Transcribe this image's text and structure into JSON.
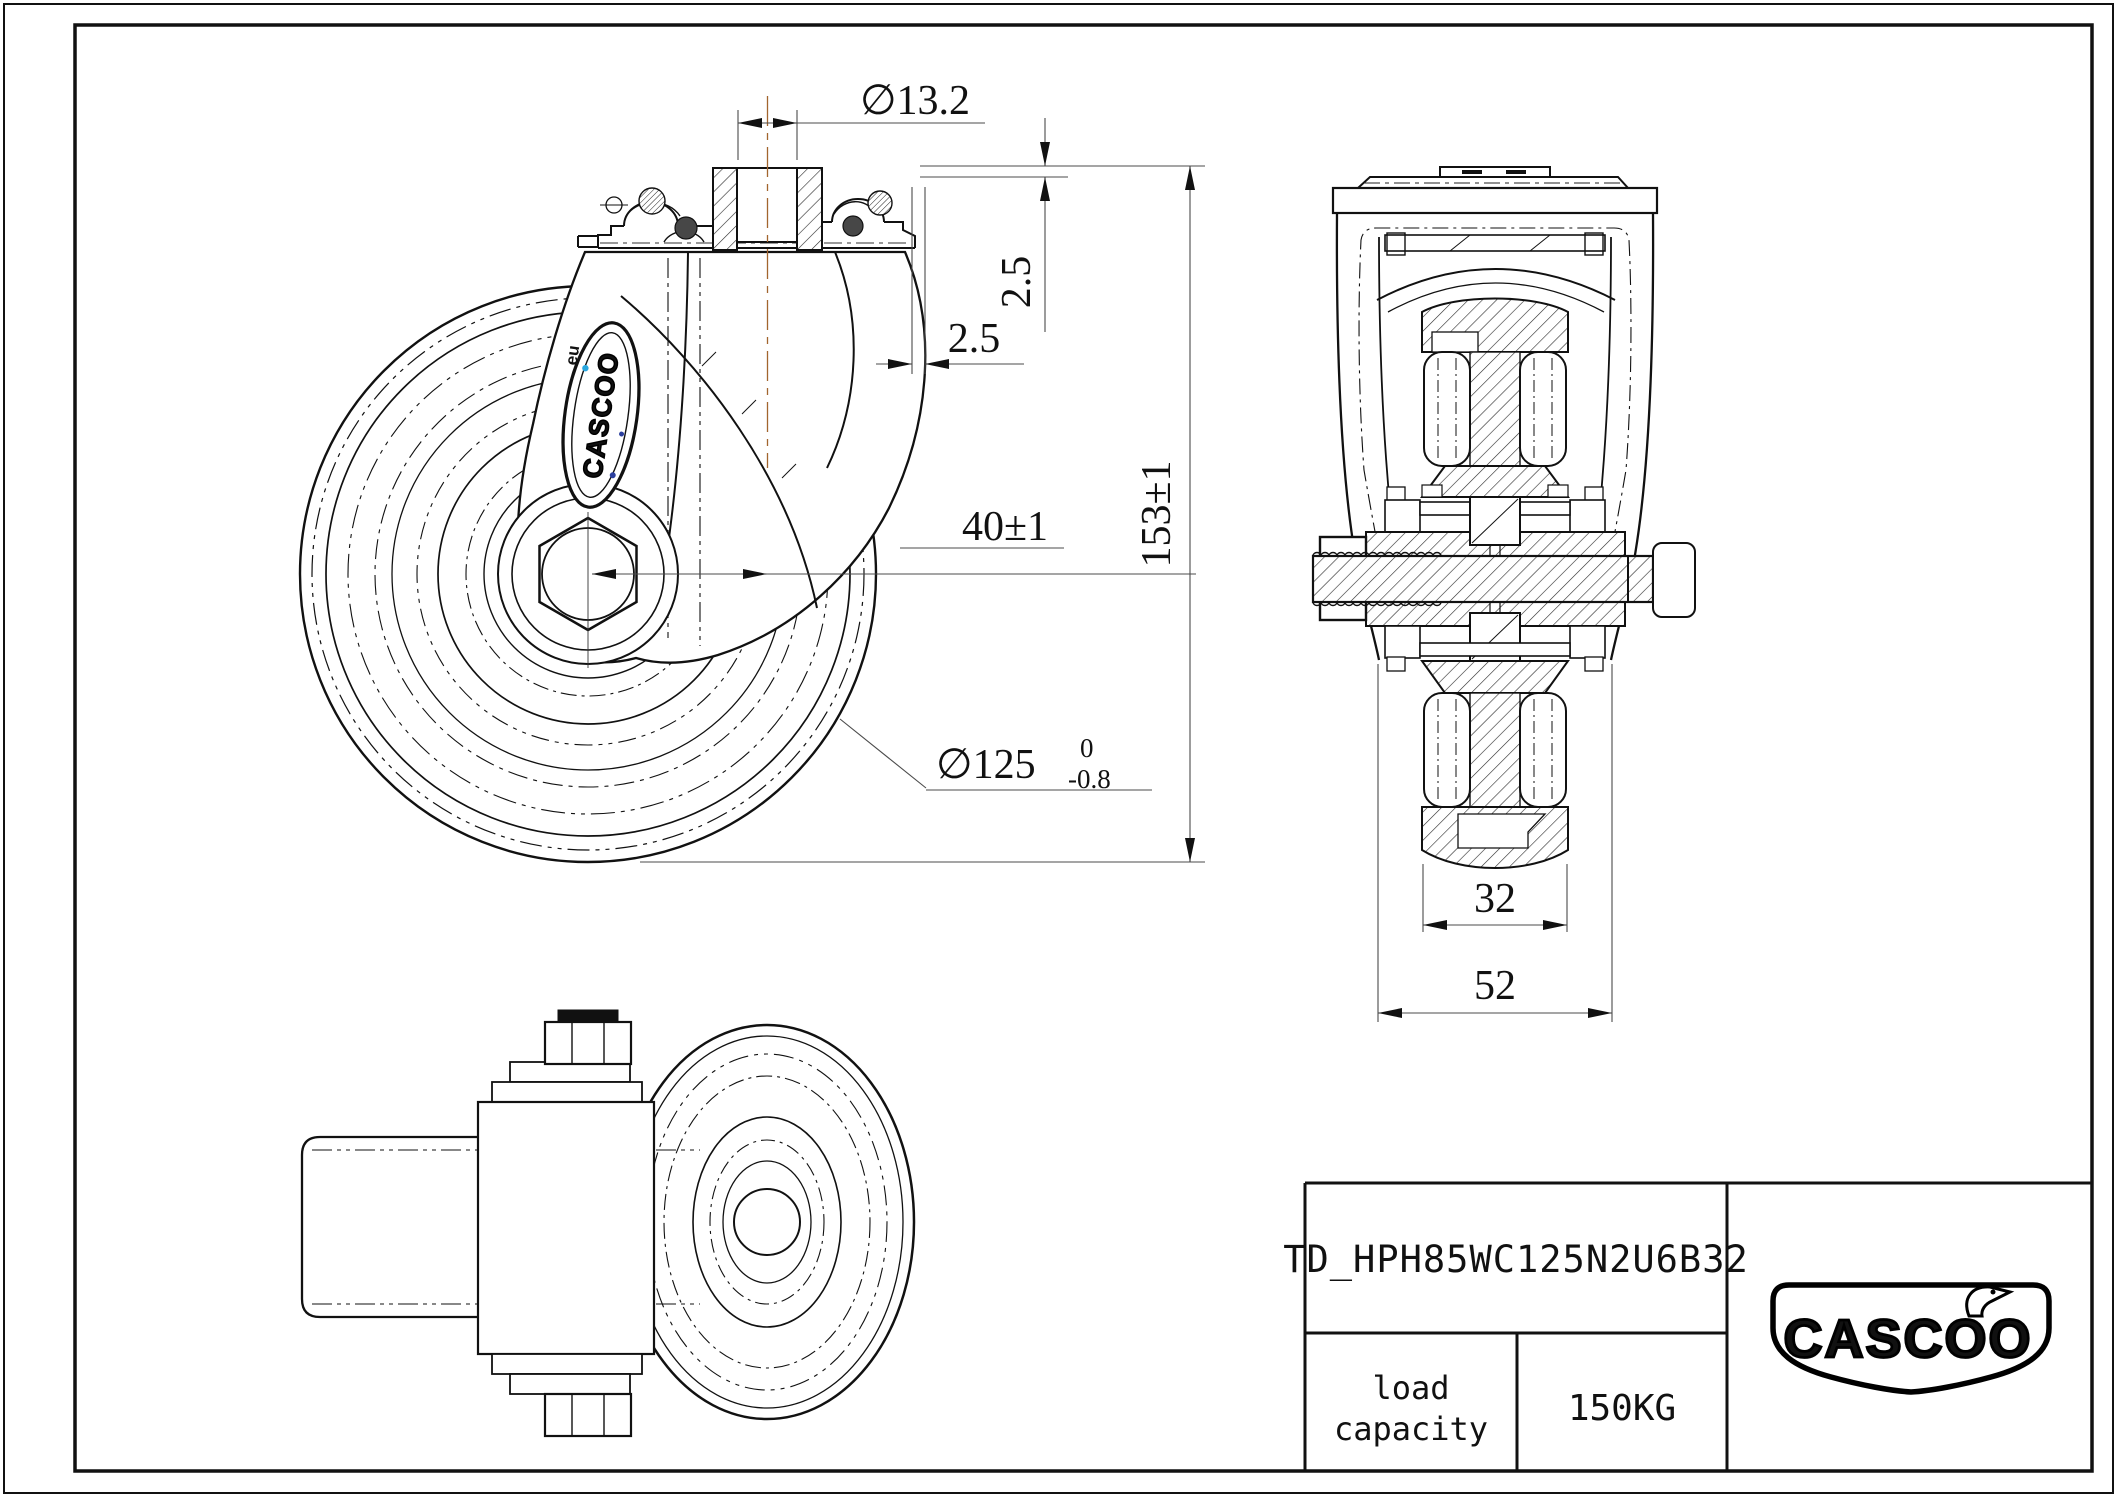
{
  "title_block": {
    "part_number": "TD_HPH85WC125N2U6B32",
    "load_capacity_line1": "load",
    "load_capacity_line2": "capacity",
    "load_capacity_value": "150KG"
  },
  "brand": {
    "logo_text": "CASCOO",
    "fork_logo_text": "CASCOO",
    "fork_logo_suffix": "eu"
  },
  "dims": {
    "stem_hole_dia": "∅13.2",
    "plate_thickness": "2.5",
    "plate_offset": "2.5",
    "swivel_offset": "40±1",
    "overall_height": "153±1",
    "wheel_dia": "∅125",
    "wheel_dia_tol_upper": "0",
    "wheel_dia_tol_lower": "-0.8",
    "hub_width": "32",
    "overall_width": "52"
  },
  "colors": {
    "line": "#111111",
    "dim_line": "#4b4b4b",
    "centerline_orange": "#a2652e",
    "brand_blue": "#2aa7df",
    "brand_navy": "#2b3f9e",
    "paper": "#ffffff"
  }
}
